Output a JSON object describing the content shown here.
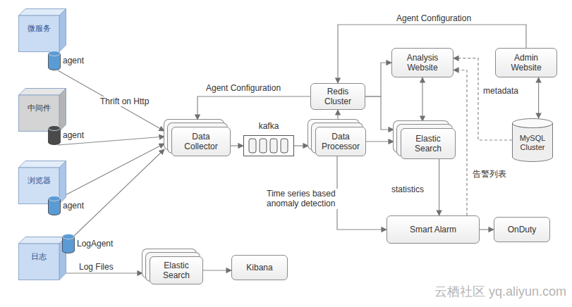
{
  "diagram": {
    "nodes": [
      {
        "text": [
          "微服务"
        ]
      },
      {
        "text": [
          "agent"
        ]
      },
      {
        "text": [
          "中间件"
        ]
      },
      {
        "text": [
          "agent"
        ]
      },
      {
        "text": [
          "浏览器"
        ]
      },
      {
        "text": [
          "agent"
        ]
      },
      {
        "text": [
          "日志"
        ]
      },
      {
        "text": [
          "LogAgent"
        ]
      },
      {
        "text": [
          "Data Collector"
        ]
      },
      {
        "text": [
          "kafka"
        ]
      },
      {
        "text": [
          "Data Processor"
        ]
      },
      {
        "text": [
          "Redis Cluster"
        ]
      },
      {
        "text": [
          "Analysis Website"
        ]
      },
      {
        "text": [
          "Admin Website"
        ]
      },
      {
        "text": [
          "Elastic Search"
        ]
      },
      {
        "text": [
          "MySQL Cluster"
        ]
      },
      {
        "text": [
          "Smart Alarm"
        ]
      },
      {
        "text": [
          "OnDuty"
        ]
      },
      {
        "text": [
          "Elastic Search"
        ]
      },
      {
        "text": [
          "Kibana"
        ]
      }
    ],
    "edges": [
      {
        "from": 1,
        "to": 8,
        "arrow": "to",
        "label": "Thrift on Http"
      },
      {
        "from": 3,
        "to": 8,
        "arrow": "to"
      },
      {
        "from": 5,
        "to": 8,
        "arrow": "to"
      },
      {
        "from": 7,
        "to": 8,
        "arrow": "to"
      },
      {
        "from": 8,
        "to": 9,
        "arrow": "to"
      },
      {
        "from": 9,
        "to": 10,
        "arrow": "to"
      },
      {
        "from": 10,
        "to": 11,
        "arrow": "to"
      },
      {
        "from": 11,
        "to": 8,
        "arrow": "to",
        "label": "Agent Configuration"
      },
      {
        "from": 13,
        "to": 11,
        "arrow": "to",
        "label": "Agent Configuration"
      },
      {
        "from": 11,
        "to": 12,
        "arrow": "to"
      },
      {
        "from": 10,
        "to": 14,
        "arrow": "to"
      },
      {
        "from": 12,
        "to": 14,
        "arrow": "both"
      },
      {
        "from": 13,
        "to": 15,
        "arrow": "both"
      },
      {
        "from": 15,
        "to": 12,
        "arrow": "to",
        "label": "metadata"
      },
      {
        "from": 14,
        "to": 16,
        "arrow": "to",
        "label": "statistics"
      },
      {
        "from": 10,
        "to": 16,
        "arrow": "to",
        "label": "Time series based anomaly detection"
      },
      {
        "from": 16,
        "to": 12,
        "arrow": "to",
        "label": "告警列表"
      },
      {
        "from": 16,
        "to": 17,
        "arrow": "to"
      },
      {
        "from": 6,
        "to": 18,
        "arrow": "to",
        "label": "Log Files"
      },
      {
        "from": 18,
        "to": 19,
        "arrow": "to"
      },
      {
        "from": 11,
        "to": 14,
        "arrow": "to"
      }
    ],
    "labels": [
      "云栖社区 yq.aliyun.com"
    ]
  }
}
